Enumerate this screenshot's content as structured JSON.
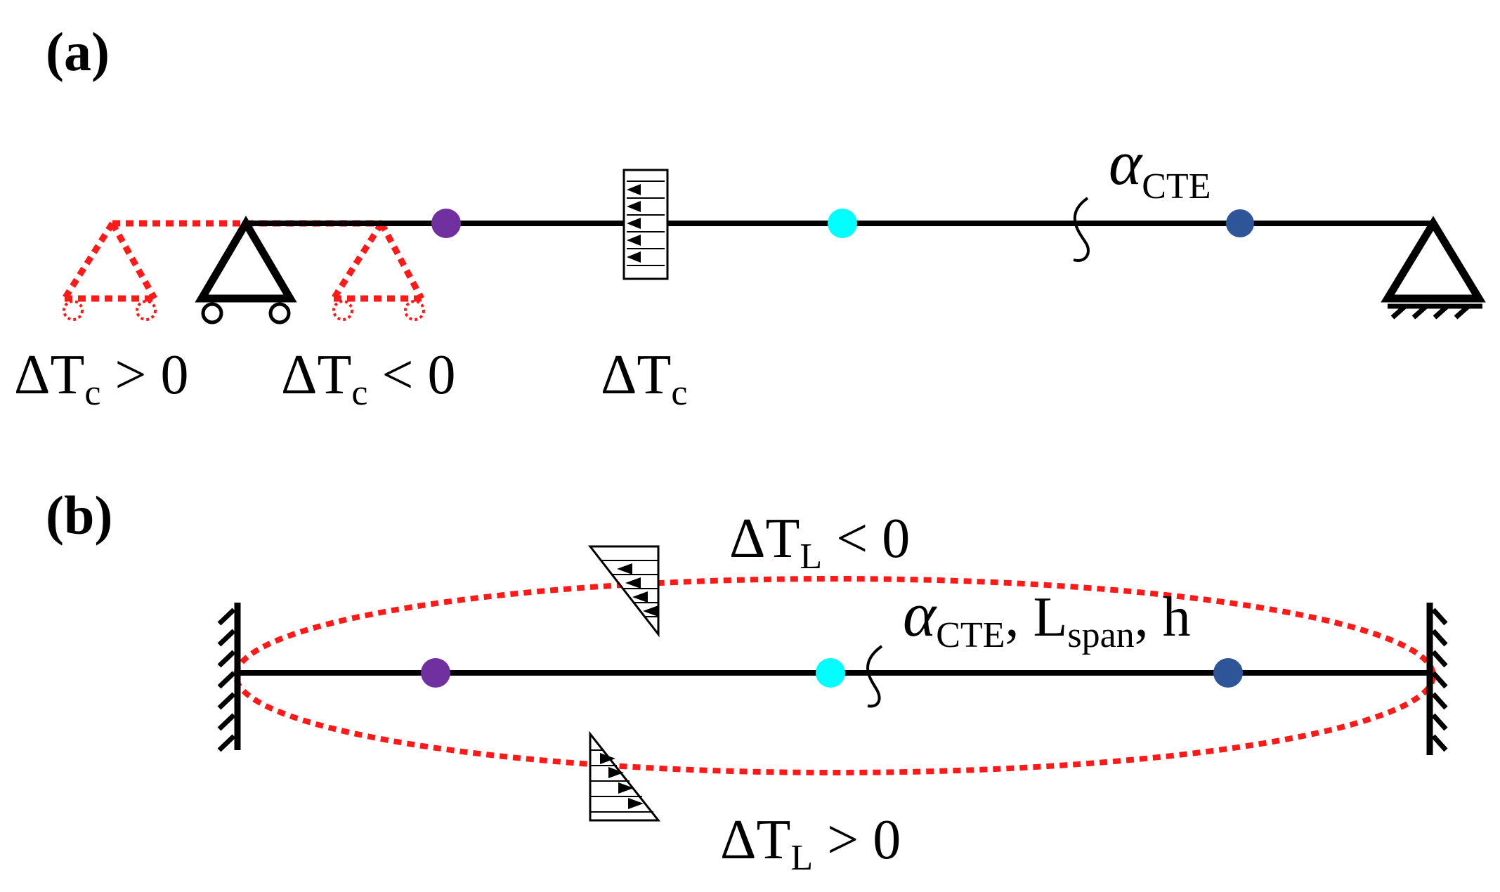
{
  "panels": {
    "a": {
      "label": "(a)",
      "material_greek": "α",
      "material_sub": "CTE",
      "label_left": {
        "main": "ΔT",
        "sub": "c",
        "rel": " > 0"
      },
      "label_mid": {
        "main": "ΔT",
        "sub": "c",
        "rel": " < 0"
      },
      "label_load": {
        "main": "ΔT",
        "sub": "c"
      }
    },
    "b": {
      "label": "(b)",
      "label_top": {
        "main": "ΔT",
        "sub": "L",
        "rel": " < 0"
      },
      "label_bottom": {
        "main": "ΔT",
        "sub": "L",
        "rel": " > 0"
      },
      "params": {
        "greek": "α",
        "sub1": "CTE",
        "sep1": ", L",
        "sub2": "span",
        "sep2": ", h"
      }
    }
  },
  "colors": {
    "beam": "#000000",
    "deformed": "#ff1a1a",
    "point_purple": "#7030a0",
    "point_cyan": "#00ffff",
    "point_blue": "#2e5597"
  }
}
